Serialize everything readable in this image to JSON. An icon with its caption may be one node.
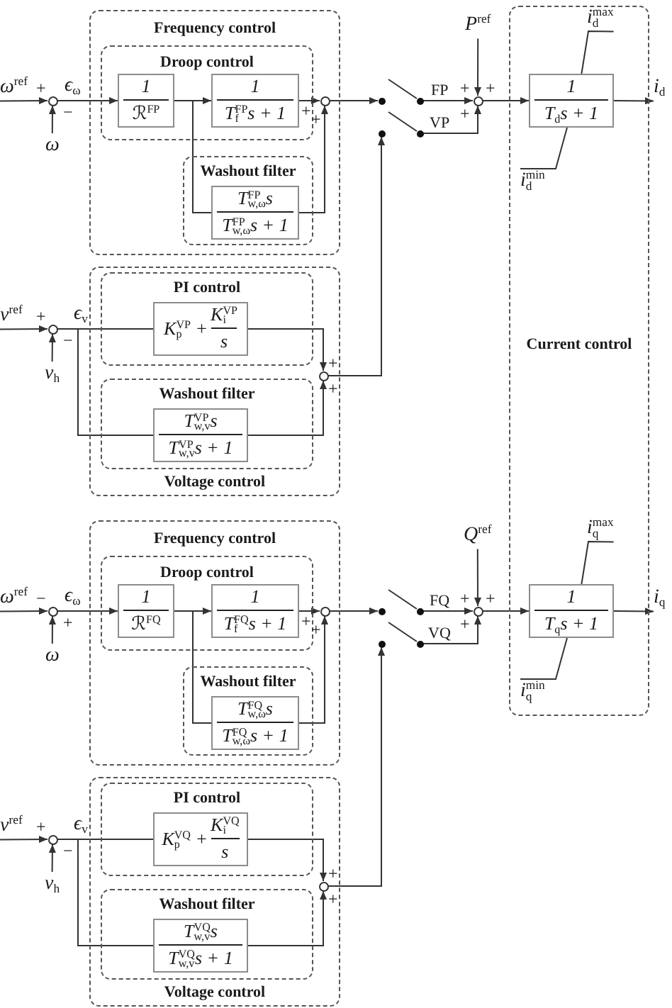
{
  "diagram": {
    "nodes": [
      {
        "text": [
          "ω$^{ref}$"
        ]
      },
      {
        "text": [],
        "shape": "circle",
        "beside": [
          "+",
          "−"
        ]
      },
      {
        "text": [
          "ω"
        ]
      },
      {
        "text": [
          "Frequency control"
        ]
      },
      {
        "text": [
          "Droop control"
        ],
        "in": 3
      },
      {
        "text": [
          "1",
          "ℛ$^{FP}$"
        ],
        "in": 4
      },
      {
        "text": [
          "1",
          "T$_{f}$$^{FP}$s + 1"
        ],
        "in": 4
      },
      {
        "text": [
          "Washout filter"
        ],
        "in": 3
      },
      {
        "text": [
          "T$_{w,ω}$$^{FP}$s",
          "T$_{w,ω}$$^{FP}$s + 1"
        ],
        "in": 7
      },
      {
        "text": [],
        "shape": "circle",
        "in": 3,
        "beside": [
          "+",
          "+"
        ]
      },
      {
        "text": [],
        "shape": "circle"
      },
      {
        "text": [],
        "shape": "circle",
        "beside": [
          "FP"
        ]
      },
      {
        "text": [
          "P$^{ref}$"
        ]
      },
      {
        "text": [],
        "shape": "circle",
        "beside": [
          "+",
          "+",
          "+"
        ]
      },
      {
        "text": [],
        "shape": "circle"
      },
      {
        "text": [],
        "shape": "circle",
        "beside": [
          "VP"
        ]
      },
      {
        "text": [
          "Current control"
        ]
      },
      {
        "text": [
          "i$_{d}$$^{max}$"
        ],
        "in": 16
      },
      {
        "text": [
          "1",
          "T$_{d}$s + 1"
        ],
        "in": 16
      },
      {
        "text": [
          "i$_{d}$$^{min}$"
        ],
        "in": 16
      },
      {
        "text": [
          "i$_{d}$"
        ]
      },
      {
        "text": [
          "v$^{ref}$"
        ]
      },
      {
        "text": [],
        "shape": "circle",
        "beside": [
          "+",
          "−"
        ]
      },
      {
        "text": [
          "v$_{h}$"
        ]
      },
      {
        "text": [
          "Voltage control"
        ]
      },
      {
        "text": [
          "PI control"
        ],
        "in": 24
      },
      {
        "text": [
          "K$_{p}$$^{VP}$ +",
          "K$_{i}$$^{VP}$",
          "s"
        ],
        "in": 25
      },
      {
        "text": [
          "Washout filter"
        ],
        "in": 24
      },
      {
        "text": [
          "T$_{w,v}$$^{VP}$s",
          "T$_{w,v}$$^{VP}$s + 1"
        ],
        "in": 27
      },
      {
        "text": [],
        "shape": "circle",
        "in": 24,
        "beside": [
          "+",
          "+"
        ]
      },
      {
        "text": [
          "ω$^{ref}$"
        ]
      },
      {
        "text": [],
        "shape": "circle",
        "beside": [
          "−",
          "+"
        ]
      },
      {
        "text": [
          "ω"
        ]
      },
      {
        "text": [
          "Frequency control"
        ]
      },
      {
        "text": [
          "Droop control"
        ],
        "in": 33
      },
      {
        "text": [
          "1",
          "ℛ$^{FQ}$"
        ],
        "in": 34
      },
      {
        "text": [
          "1",
          "T$_{f}$$^{FQ}$s + 1"
        ],
        "in": 34
      },
      {
        "text": [
          "Washout filter"
        ],
        "in": 33
      },
      {
        "text": [
          "T$_{w,ω}$$^{FQ}$s",
          "T$_{w,ω}$$^{FQ}$s + 1"
        ],
        "in": 37
      },
      {
        "text": [],
        "shape": "circle",
        "in": 33,
        "beside": [
          "+",
          "+"
        ]
      },
      {
        "text": [],
        "shape": "circle"
      },
      {
        "text": [],
        "shape": "circle",
        "beside": [
          "FQ"
        ]
      },
      {
        "text": [
          "Q$^{ref}$"
        ]
      },
      {
        "text": [],
        "shape": "circle",
        "beside": [
          "+",
          "+",
          "+"
        ]
      },
      {
        "text": [],
        "shape": "circle"
      },
      {
        "text": [],
        "shape": "circle",
        "beside": [
          "VQ"
        ]
      },
      {
        "text": [
          "i$_{q}$$^{max}$"
        ],
        "in": 16
      },
      {
        "text": [
          "1",
          "T$_{q}$s + 1"
        ],
        "in": 16
      },
      {
        "text": [
          "i$_{q}$$^{min}$"
        ],
        "in": 16
      },
      {
        "text": [
          "i$_{q}$"
        ]
      },
      {
        "text": [
          "v$^{ref}$"
        ]
      },
      {
        "text": [],
        "shape": "circle",
        "beside": [
          "+",
          "−"
        ]
      },
      {
        "text": [
          "v$_{h}$"
        ]
      },
      {
        "text": [
          "Voltage control"
        ]
      },
      {
        "text": [
          "PI control"
        ],
        "in": 53
      },
      {
        "text": [
          "K$_{p}$$^{VQ}$ +",
          "K$_{i}$$^{VQ}$",
          "s"
        ],
        "in": 54
      },
      {
        "text": [
          "Washout filter"
        ],
        "in": 53
      },
      {
        "text": [
          "T$_{w,v}$$^{VQ}$s",
          "T$_{w,v}$$^{VQ}$s + 1"
        ],
        "in": 56
      },
      {
        "text": [],
        "shape": "circle",
        "in": 53,
        "beside": [
          "+",
          "+"
        ]
      }
    ],
    "edges": [
      {
        "from": 0,
        "to": 1,
        "arrow": "to"
      },
      {
        "from": 2,
        "to": 1,
        "arrow": "to"
      },
      {
        "from": 1,
        "to": 5,
        "arrow": "to",
        "label": "ϵ$_{ω}$"
      },
      {
        "from": 5,
        "to": 6,
        "arrow": "to"
      },
      {
        "from": 5,
        "to": 8,
        "arrow": "none"
      },
      {
        "from": 6,
        "to": 9,
        "arrow": "to"
      },
      {
        "from": 8,
        "to": 9,
        "arrow": "to"
      },
      {
        "from": 9,
        "to": 10,
        "arrow": "to"
      },
      {
        "from": 11,
        "to": 13,
        "arrow": "to"
      },
      {
        "from": 15,
        "to": 13,
        "arrow": "to"
      },
      {
        "from": 12,
        "to": 13,
        "arrow": "to"
      },
      {
        "from": 13,
        "to": 18,
        "arrow": "to"
      },
      {
        "from": 18,
        "to": 20,
        "arrow": "to"
      },
      {
        "from": 17,
        "to": 18,
        "arrow": "none"
      },
      {
        "from": 19,
        "to": 18,
        "arrow": "none"
      },
      {
        "from": 21,
        "to": 22,
        "arrow": "to"
      },
      {
        "from": 23,
        "to": 22,
        "arrow": "to"
      },
      {
        "from": 22,
        "to": 26,
        "arrow": "none",
        "label": "ϵ$_{v}$"
      },
      {
        "from": 22,
        "to": 28,
        "arrow": "none"
      },
      {
        "from": 26,
        "to": 29,
        "arrow": "to"
      },
      {
        "from": 28,
        "to": 29,
        "arrow": "to"
      },
      {
        "from": 29,
        "to": 14,
        "arrow": "to"
      },
      {
        "from": 30,
        "to": 31,
        "arrow": "to"
      },
      {
        "from": 32,
        "to": 31,
        "arrow": "to"
      },
      {
        "from": 31,
        "to": 35,
        "arrow": "to",
        "label": "ϵ$_{ω}$"
      },
      {
        "from": 35,
        "to": 36,
        "arrow": "to"
      },
      {
        "from": 35,
        "to": 38,
        "arrow": "none"
      },
      {
        "from": 36,
        "to": 39,
        "arrow": "to"
      },
      {
        "from": 38,
        "to": 39,
        "arrow": "to"
      },
      {
        "from": 39,
        "to": 40,
        "arrow": "to"
      },
      {
        "from": 41,
        "to": 43,
        "arrow": "to"
      },
      {
        "from": 45,
        "to": 43,
        "arrow": "to"
      },
      {
        "from": 42,
        "to": 43,
        "arrow": "to"
      },
      {
        "from": 43,
        "to": 47,
        "arrow": "to"
      },
      {
        "from": 47,
        "to": 49,
        "arrow": "to"
      },
      {
        "from": 46,
        "to": 47,
        "arrow": "none"
      },
      {
        "from": 48,
        "to": 47,
        "arrow": "none"
      },
      {
        "from": 50,
        "to": 51,
        "arrow": "to"
      },
      {
        "from": 52,
        "to": 51,
        "arrow": "to"
      },
      {
        "from": 51,
        "to": 55,
        "arrow": "none",
        "label": "ϵ$_{v}$"
      },
      {
        "from": 51,
        "to": 57,
        "arrow": "none"
      },
      {
        "from": 55,
        "to": 58,
        "arrow": "to"
      },
      {
        "from": 57,
        "to": 58,
        "arrow": "to"
      },
      {
        "from": 58,
        "to": 44,
        "arrow": "to"
      }
    ]
  }
}
